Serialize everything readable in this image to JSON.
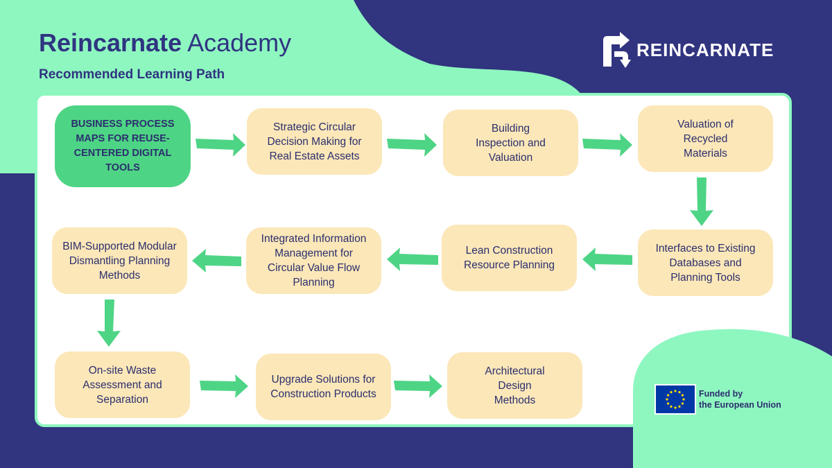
{
  "header": {
    "title_bold": "Reincarnate",
    "title_regular": "Academy",
    "subtitle": "Recommended Learning Path"
  },
  "logo": {
    "text": "REINCARNATE",
    "icon": "recycle-r-icon"
  },
  "flow": {
    "steps": [
      {
        "label": "BUSINESS PROCESS\nMAPS FOR REUSE-\nCENTERED DIGITAL\nTOOLS",
        "highlight": true
      },
      {
        "label": "Strategic Circular\nDecision Making for\nReal Estate Assets"
      },
      {
        "label": "Building\nInspection and\nValuation"
      },
      {
        "label": "Valuation of\nRecycled\nMaterials"
      },
      {
        "label": "Interfaces to Existing\nDatabases and\nPlanning Tools"
      },
      {
        "label": "Lean Construction\nResource Planning"
      },
      {
        "label": "Integrated Information\nManagement for\nCircular Value Flow\nPlanning"
      },
      {
        "label": "BIM-Supported Modular\nDismantling Planning\nMethods"
      },
      {
        "label": "On-site Waste\nAssessment and\nSeparation"
      },
      {
        "label": "Upgrade Solutions for\nConstruction Products"
      },
      {
        "label": "Architectural\nDesign\nMethods"
      }
    ]
  },
  "funding": {
    "text": "Funded by\nthe European Union",
    "flag_icon": "eu-flag-icon"
  },
  "colors": {
    "navy": "#31347f",
    "mint": "#8ef7c0",
    "step_fill": "#fbe7b8",
    "highlight_fill": "#4ed485",
    "arrow": "#4ed485",
    "text": "#2b2e6e"
  }
}
